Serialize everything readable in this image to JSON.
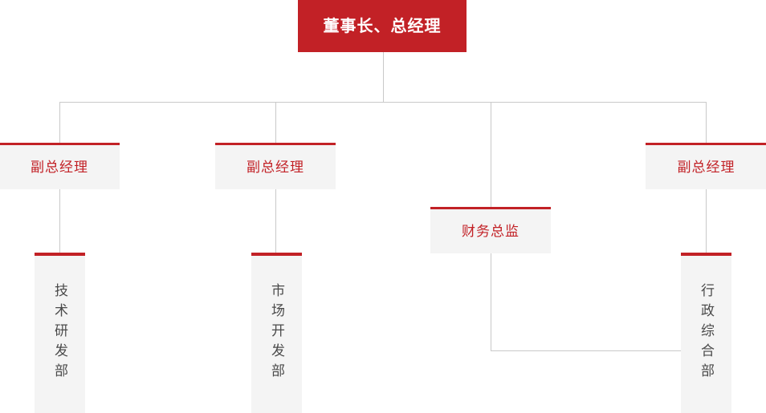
{
  "chart": {
    "title_box": {
      "label": "董事长、总经理",
      "role": "chairman-general-manager"
    },
    "managers": [
      {
        "label": "副总经理",
        "role": "deputy-general-manager-1"
      },
      {
        "label": "副总经理",
        "role": "deputy-general-manager-2"
      },
      {
        "label": "副总经理",
        "role": "deputy-general-manager-3"
      }
    ],
    "finance": {
      "label": "财务总监",
      "role": "finance-director"
    },
    "departments": [
      {
        "label": "技术研发部",
        "role": "technology-rd-department"
      },
      {
        "label": "市场开发部",
        "role": "market-development-department"
      },
      {
        "label": "行政综合部",
        "role": "administration-general-department"
      }
    ],
    "colors": {
      "accent_red": "#c22126",
      "box_fill": "#f4f4f4",
      "line": "#c9c9c9",
      "dept_text": "#4a4a4a",
      "page_background": "#ffffff"
    }
  }
}
